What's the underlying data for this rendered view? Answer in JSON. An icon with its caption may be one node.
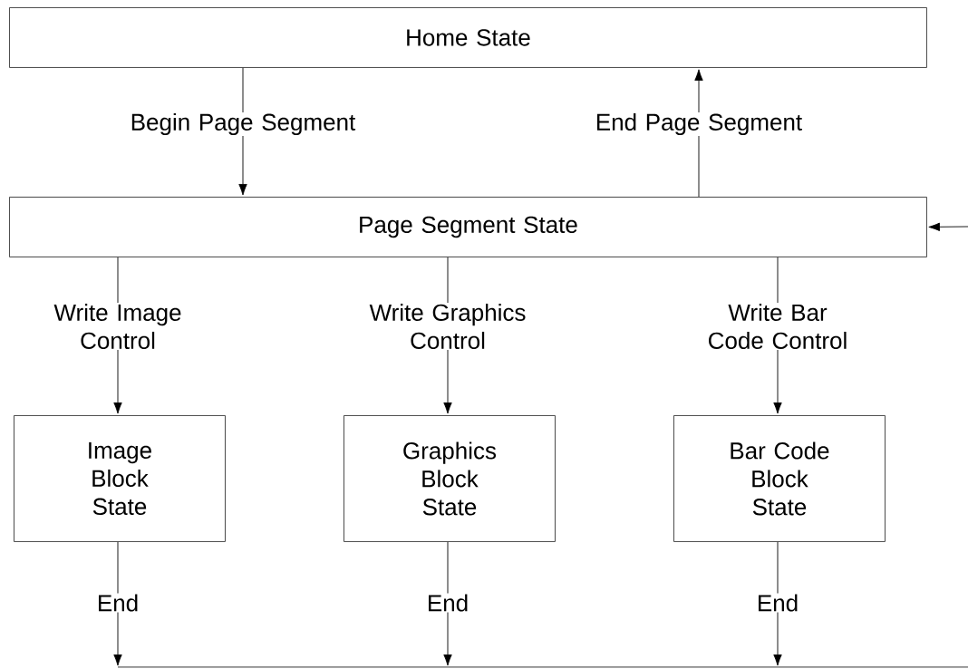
{
  "diagram": {
    "nodes": [
      {
        "text": [
          "Home State"
        ]
      },
      {
        "text": [
          "Page Segment State"
        ]
      },
      {
        "text": [
          "Image Block State"
        ]
      },
      {
        "text": [
          "Graphics Block State"
        ]
      },
      {
        "text": [
          "Bar Code Block State"
        ]
      }
    ],
    "edges": [
      {
        "from": 0,
        "to": 1,
        "arrow": "to",
        "label": "Begin Page Segment"
      },
      {
        "from": 1,
        "to": 0,
        "arrow": "to",
        "label": "End Page Segment"
      },
      {
        "from": 1,
        "to": 2,
        "arrow": "to",
        "label": "Write Image Control"
      },
      {
        "from": 1,
        "to": 3,
        "arrow": "to",
        "label": "Write Graphics Control"
      },
      {
        "from": 1,
        "to": 4,
        "arrow": "to",
        "label": "Write Bar Code Control"
      },
      {
        "from": 2,
        "to": null,
        "arrow": "to",
        "label": "End"
      },
      {
        "from": 3,
        "to": null,
        "arrow": "to",
        "label": "End"
      },
      {
        "from": 4,
        "to": null,
        "arrow": "to",
        "label": "End"
      },
      {
        "from": null,
        "to": 1,
        "arrow": "to"
      }
    ]
  }
}
